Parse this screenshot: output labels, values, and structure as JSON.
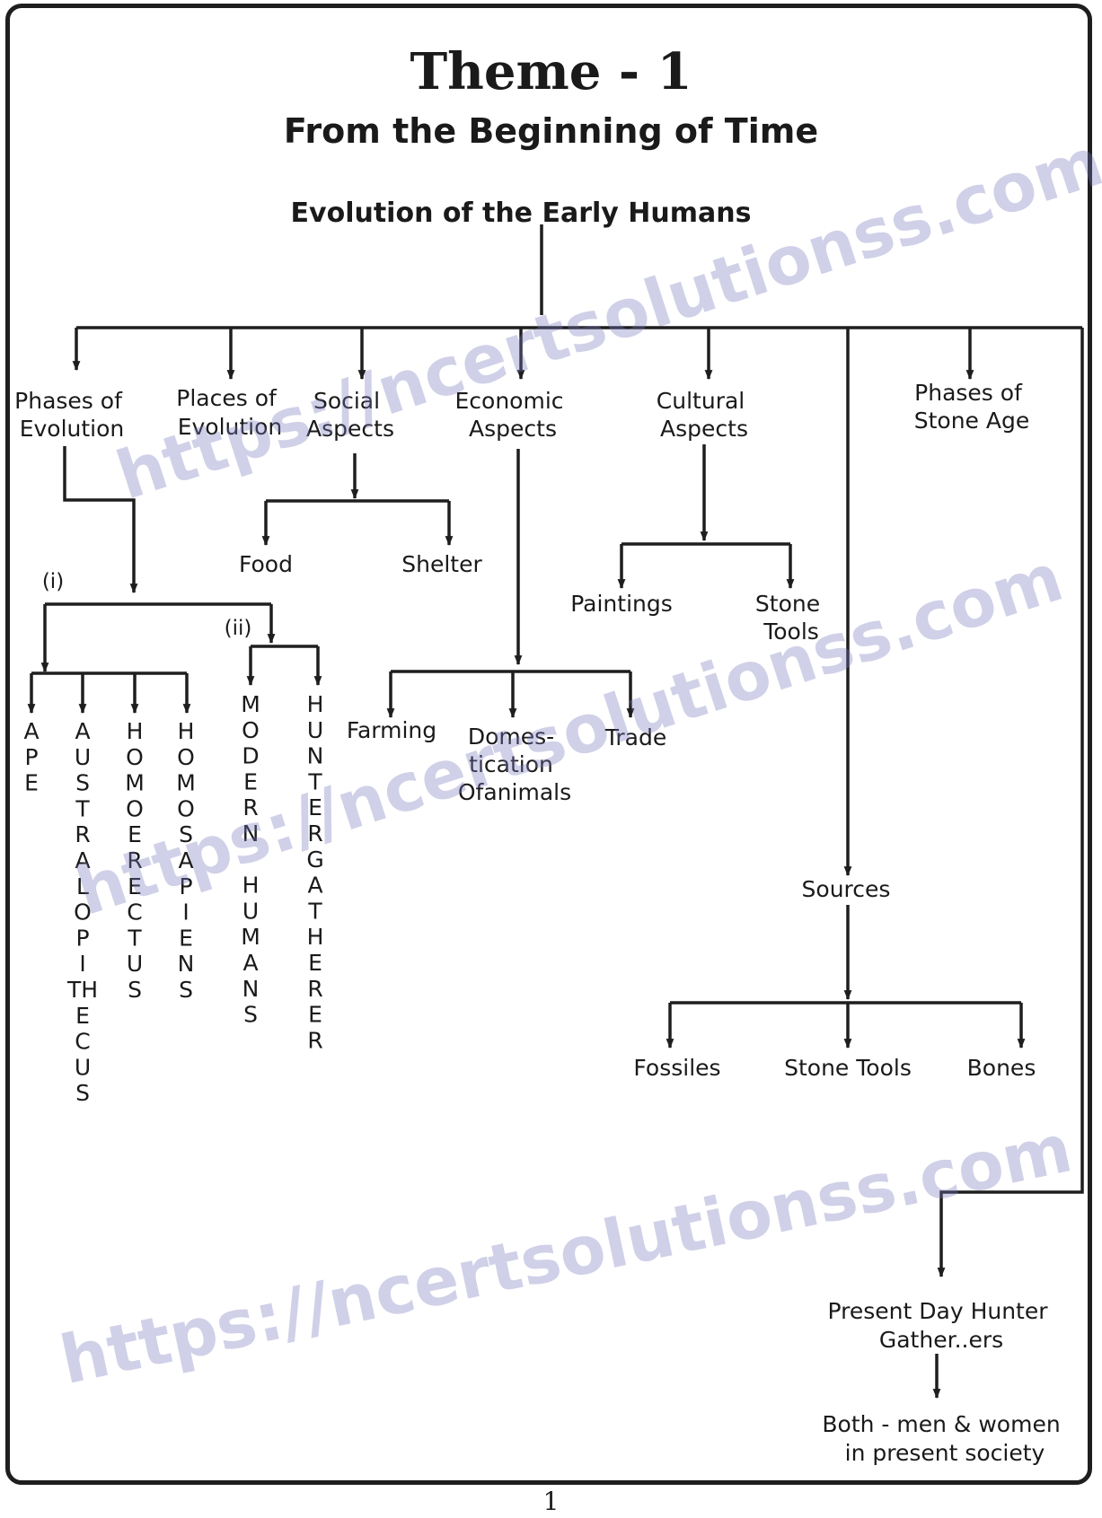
{
  "page": {
    "title": "Theme - 1",
    "subtitle": "From the Beginning of Time",
    "page_number": "1",
    "watermark": "https://ncertsolutionss.com"
  },
  "diagram": {
    "root": "Evolution of the Early Humans",
    "phases_of_evolution": [
      "Phases of",
      "Evolution"
    ],
    "places_of_evolution": [
      "Places of",
      "Evolution"
    ],
    "social_aspects": [
      "Social",
      "Aspects"
    ],
    "economic_aspects": [
      "Economic",
      "Aspects"
    ],
    "cultural_aspects": [
      "Cultural",
      "Aspects"
    ],
    "phases_of_stone_age": [
      "Phases of",
      "Stone Age"
    ],
    "food": "Food",
    "shelter": "Shelter",
    "marker_i": "(i)",
    "marker_ii": "(ii)",
    "ape": "APE",
    "australopithecus": [
      "A",
      "U",
      "S",
      "T",
      "R",
      "A",
      "L",
      "O",
      "P",
      "I",
      "TH",
      "E",
      "C",
      "U",
      "S"
    ],
    "homo_erectus": "HOMOERECTUS",
    "homo_sapiens": "HOMOSAPIENS",
    "modern_humans": [
      "M",
      "O",
      "D",
      "E",
      "R",
      "N",
      "",
      "H",
      "U",
      "M",
      "A",
      "N",
      "S"
    ],
    "hunter_gatherer": "HUNTERGATHERER",
    "farming": "Farming",
    "domestication": [
      "Domes-",
      "tication",
      "Ofanimals"
    ],
    "trade": "Trade",
    "paintings": "Paintings",
    "stone_tools_cultural": [
      "Stone",
      "Tools"
    ],
    "sources": "Sources",
    "fossiles": "Fossiles",
    "stone_tools_sources": "Stone Tools",
    "bones": "Bones",
    "present_day": [
      "Present Day Hunter",
      "Gather..ers"
    ],
    "both": [
      "Both - men & women",
      "in present society"
    ]
  },
  "colors": {
    "line": "#1e1e1e",
    "text": "#1a1a1a",
    "watermark": "#7878be"
  }
}
